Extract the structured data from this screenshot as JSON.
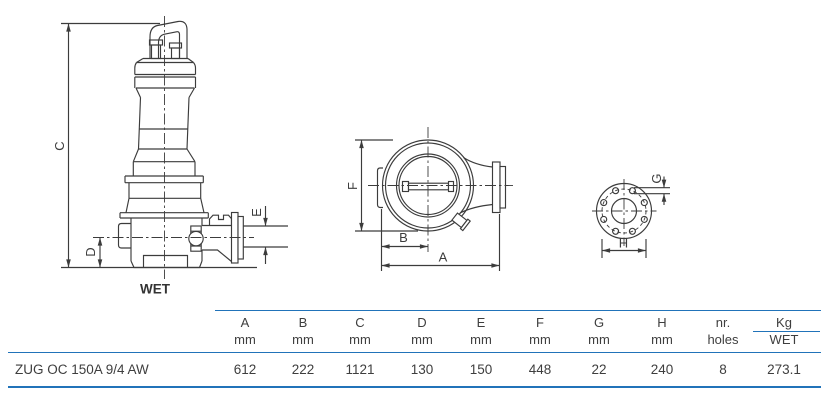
{
  "side_view": {
    "dims": {
      "c": "C",
      "d": "D",
      "e": "E"
    },
    "caption": "WET"
  },
  "top_view": {
    "dims": {
      "f": "F",
      "b": "B",
      "a": "A"
    }
  },
  "flange_view": {
    "dims": {
      "g": "G",
      "h": "H"
    }
  },
  "table": {
    "row_label": "ZUG OC 150A 9/4 AW",
    "columns": [
      {
        "label": "A",
        "unit": "mm",
        "value": "612"
      },
      {
        "label": "B",
        "unit": "mm",
        "value": "222"
      },
      {
        "label": "C",
        "unit": "mm",
        "value": "1121"
      },
      {
        "label": "D",
        "unit": "mm",
        "value": "130"
      },
      {
        "label": "E",
        "unit": "mm",
        "value": "150"
      },
      {
        "label": "F",
        "unit": "mm",
        "value": "448"
      },
      {
        "label": "G",
        "unit": "mm",
        "value": "22"
      },
      {
        "label": "H",
        "unit": "mm",
        "value": "240"
      },
      {
        "label": "nr.",
        "unit": "holes",
        "value": "8"
      },
      {
        "label": "Kg",
        "unit": "WET",
        "value": "273.1"
      }
    ]
  },
  "colors": {
    "accent_blue": "#2173b9",
    "ink": "#3c3c3c"
  }
}
